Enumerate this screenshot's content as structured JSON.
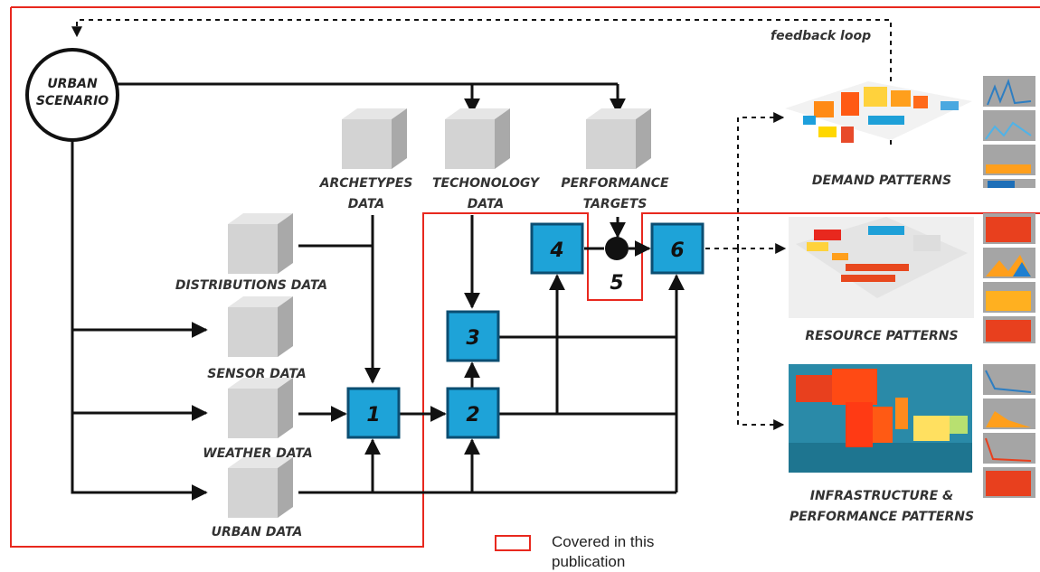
{
  "scenario": {
    "line1": "URBAN",
    "line2": "SCENARIO"
  },
  "feedback_label": "feedback loop",
  "inputs": {
    "archetypes": [
      "ARCHETYPES",
      "DATA"
    ],
    "technology": [
      "TECHONOLOGY",
      "DATA"
    ],
    "performance": [
      "PERFORMANCE",
      "TARGETS"
    ],
    "distributions": "DISTRIBUTIONS DATA",
    "sensor": "SENSOR DATA",
    "weather": "WEATHER DATA",
    "urban": "URBAN DATA"
  },
  "nodes": {
    "n1": "1",
    "n2": "2",
    "n3": "3",
    "n4": "4",
    "n5": "5",
    "n6": "6"
  },
  "outputs": {
    "demand": "DEMAND PATTERNS",
    "resource": "RESOURCE PATTERNS",
    "infrastructure": [
      "INFRASTRUCTURE &",
      "PERFORMANCE PATTERNS"
    ]
  },
  "legend": {
    "line1": "Covered in this",
    "line2": "publication"
  },
  "colors": {
    "node_fill": "#1ea3d8",
    "node_border": "#0b4e72",
    "highlight": "#e8281e",
    "cube": "#cfcfcf"
  }
}
